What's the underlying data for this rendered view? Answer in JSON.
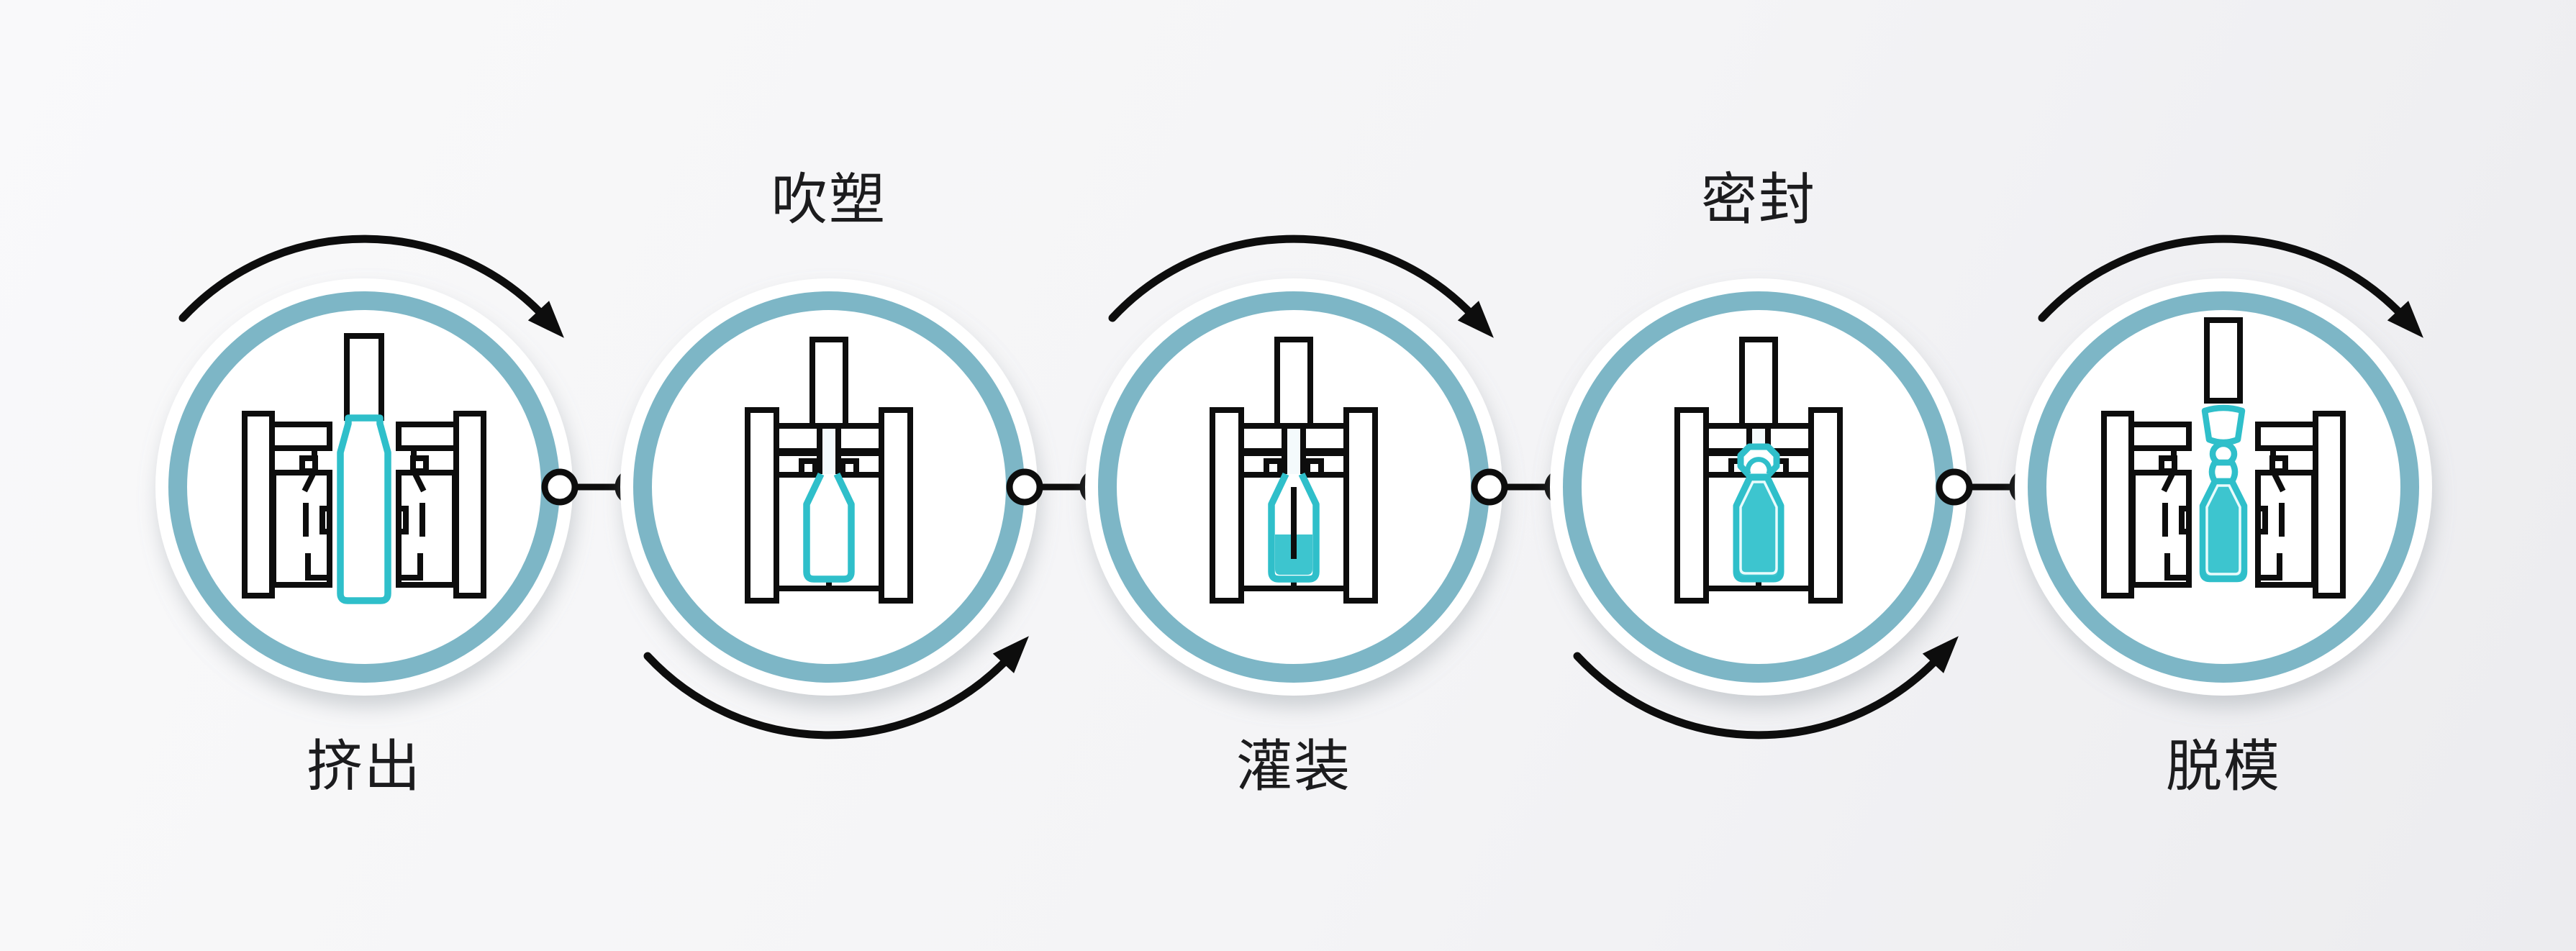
{
  "diagram": {
    "type": "process-flow",
    "direction": "left-to-right",
    "steps": [
      {
        "id": 1,
        "label": "挤出",
        "label_position": "below",
        "arrow_position": "above",
        "icon": "extrusion-open-mold-parison-icon"
      },
      {
        "id": 2,
        "label": "吹塑",
        "label_position": "above",
        "arrow_position": "below",
        "icon": "blow-molding-closed-mold-icon"
      },
      {
        "id": 3,
        "label": "灌装",
        "label_position": "below",
        "arrow_position": "above",
        "icon": "filling-needle-liquid-icon"
      },
      {
        "id": 4,
        "label": "密封",
        "label_position": "above",
        "arrow_position": "below",
        "icon": "sealing-closed-mold-icon"
      },
      {
        "id": 5,
        "label": "脱模",
        "label_position": "below",
        "arrow_position": "above",
        "icon": "demolding-open-mold-ampoule-icon"
      }
    ],
    "colors": {
      "ring": "#7db6c6",
      "teal_stroke": "#2fbfca",
      "teal_fill": "#3dc5cf",
      "ink": "#0d0d0d",
      "background": "#f2f2f4",
      "label": "#1c1c1e"
    }
  }
}
